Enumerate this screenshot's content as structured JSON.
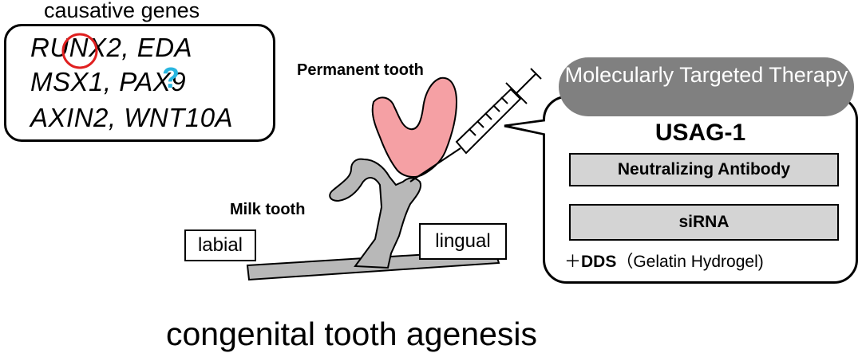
{
  "genes": {
    "title": "causative genes",
    "line1": "RUNX2, EDA",
    "line2": "MSX1, PAX9",
    "line3": "AXIN2, WNT10A",
    "question_mark": "?"
  },
  "labels": {
    "permanent_tooth": "Permanent tooth",
    "milk_tooth": "Milk tooth",
    "labial": "labial",
    "lingual": "lingual"
  },
  "therapy": {
    "header": "Molecularly Targeted Therapy",
    "target": "USAG-1",
    "option1": "Neutralizing Antibody",
    "option2": "siRNA",
    "dds_prefix": "＋",
    "dds_bold": "DDS",
    "dds_detail": "（Gelatin Hydrogel)"
  },
  "footer": {
    "title": "congenital tooth agenesis"
  },
  "colors": {
    "permanent_tooth_fill": "#f5a0a4",
    "milk_tooth_fill": "#b8b8b8",
    "therapy_header_bg": "#808080",
    "option_bar_bg": "#d4d4d4",
    "circle_mark": "#e02020",
    "question_mark": "#29b6e0"
  }
}
